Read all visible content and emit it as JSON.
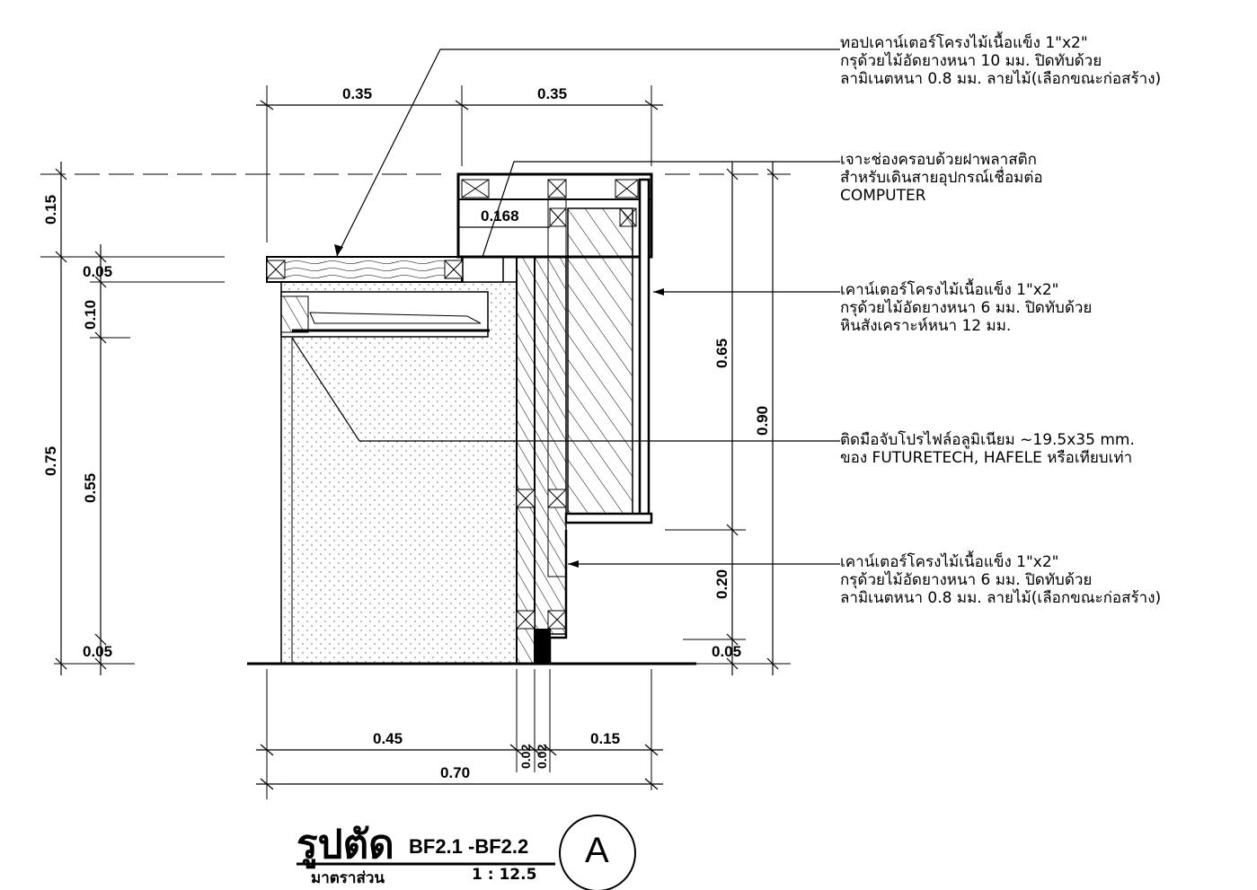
{
  "dimensions": {
    "top_left": "0.35",
    "top_right": "0.35",
    "left_015": "0.15",
    "left_005_top": "0.05",
    "left_010": "0.10",
    "left_075": "0.75",
    "left_055": "0.55",
    "left_005_bottom": "0.05",
    "right_065": "0.65",
    "right_090": "0.90",
    "right_020": "0.20",
    "right_005": "0.05",
    "inner_0168": "0.168",
    "bottom_045": "0.45",
    "bottom_002a": "0.02",
    "bottom_002b": "0.02",
    "bottom_015": "0.15",
    "bottom_070": "0.70"
  },
  "notes": {
    "note1": [
      "ทอปเคาน์เตอร์โครงไม้เนื้อแข็ง 1\"x2\"",
      "กรุด้วยไม้อัดยางหนา 10 มม. ปิดทับด้วย",
      "ลามิเนตหนา 0.8 มม. ลายไม้(เลือกขณะก่อสร้าง)"
    ],
    "note2": [
      "เจาะช่องครอบด้วยฝาพลาสติก",
      "สำหรับเดินสายอุปกรณ์เชื่อมต่อ",
      "COMPUTER"
    ],
    "note3": [
      "เคาน์เตอร์โครงไม้เนื้อแข็ง 1\"x2\"",
      "กรุด้วยไม้อัดยางหนา 6 มม. ปิดทับด้วย",
      "หินสังเคราะห์หนา 12 มม."
    ],
    "note4": [
      "ติดมือจับโปรไฟล์อลูมิเนียม ~19.5x35 mm.",
      "ของ FUTURETECH, HAFELE หรือเทียบเท่า"
    ],
    "note5": [
      "เคาน์เตอร์โครงไม้เนื้อแข็ง 1\"x2\"",
      "กรุด้วยไม้อัดยางหนา 6 มม. ปิดทับด้วย",
      "ลามิเนตหนา 0.8 มม. ลายไม้(เลือกขณะก่อสร้าง)"
    ]
  },
  "title": {
    "thai": "รูปตัด",
    "code": "BF2.1 -BF2.2",
    "scale_label": "มาตราส่วน",
    "scale_value": "1 : 12.5",
    "section_tag": "A"
  }
}
